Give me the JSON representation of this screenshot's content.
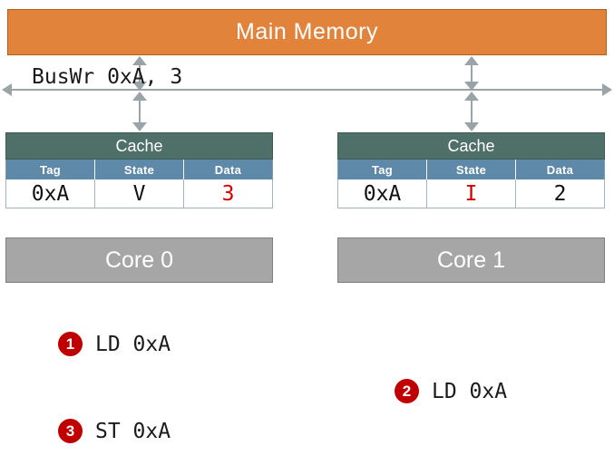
{
  "diagram": {
    "main_memory": {
      "label": "Main Memory"
    },
    "bus": {
      "label": "BusWr 0xA, 3"
    },
    "caches": [
      {
        "title": "Cache",
        "columns": [
          "Tag",
          "State",
          "Data"
        ],
        "values": [
          "0xA",
          "V",
          "3"
        ],
        "value_colors": [
          "#111111",
          "#111111",
          "#d40000"
        ]
      },
      {
        "title": "Cache",
        "columns": [
          "Tag",
          "State",
          "Data"
        ],
        "values": [
          "0xA",
          "I",
          "2"
        ],
        "value_colors": [
          "#111111",
          "#d40000",
          "#111111"
        ]
      }
    ],
    "cores": [
      {
        "label": "Core 0"
      },
      {
        "label": "Core 1"
      }
    ],
    "steps": [
      {
        "number": "1",
        "text": "LD 0xA"
      },
      {
        "number": "2",
        "text": "LD 0xA"
      },
      {
        "number": "3",
        "text": "ST 0xA"
      }
    ],
    "colors": {
      "memory_fill": "#e2833c",
      "cache_header": "#4f6f69",
      "cache_column_header": "#5f89a8",
      "core_fill": "#a6a6a6",
      "accent_red": "#c00000",
      "arrow_gray": "#9aa3a8"
    }
  }
}
